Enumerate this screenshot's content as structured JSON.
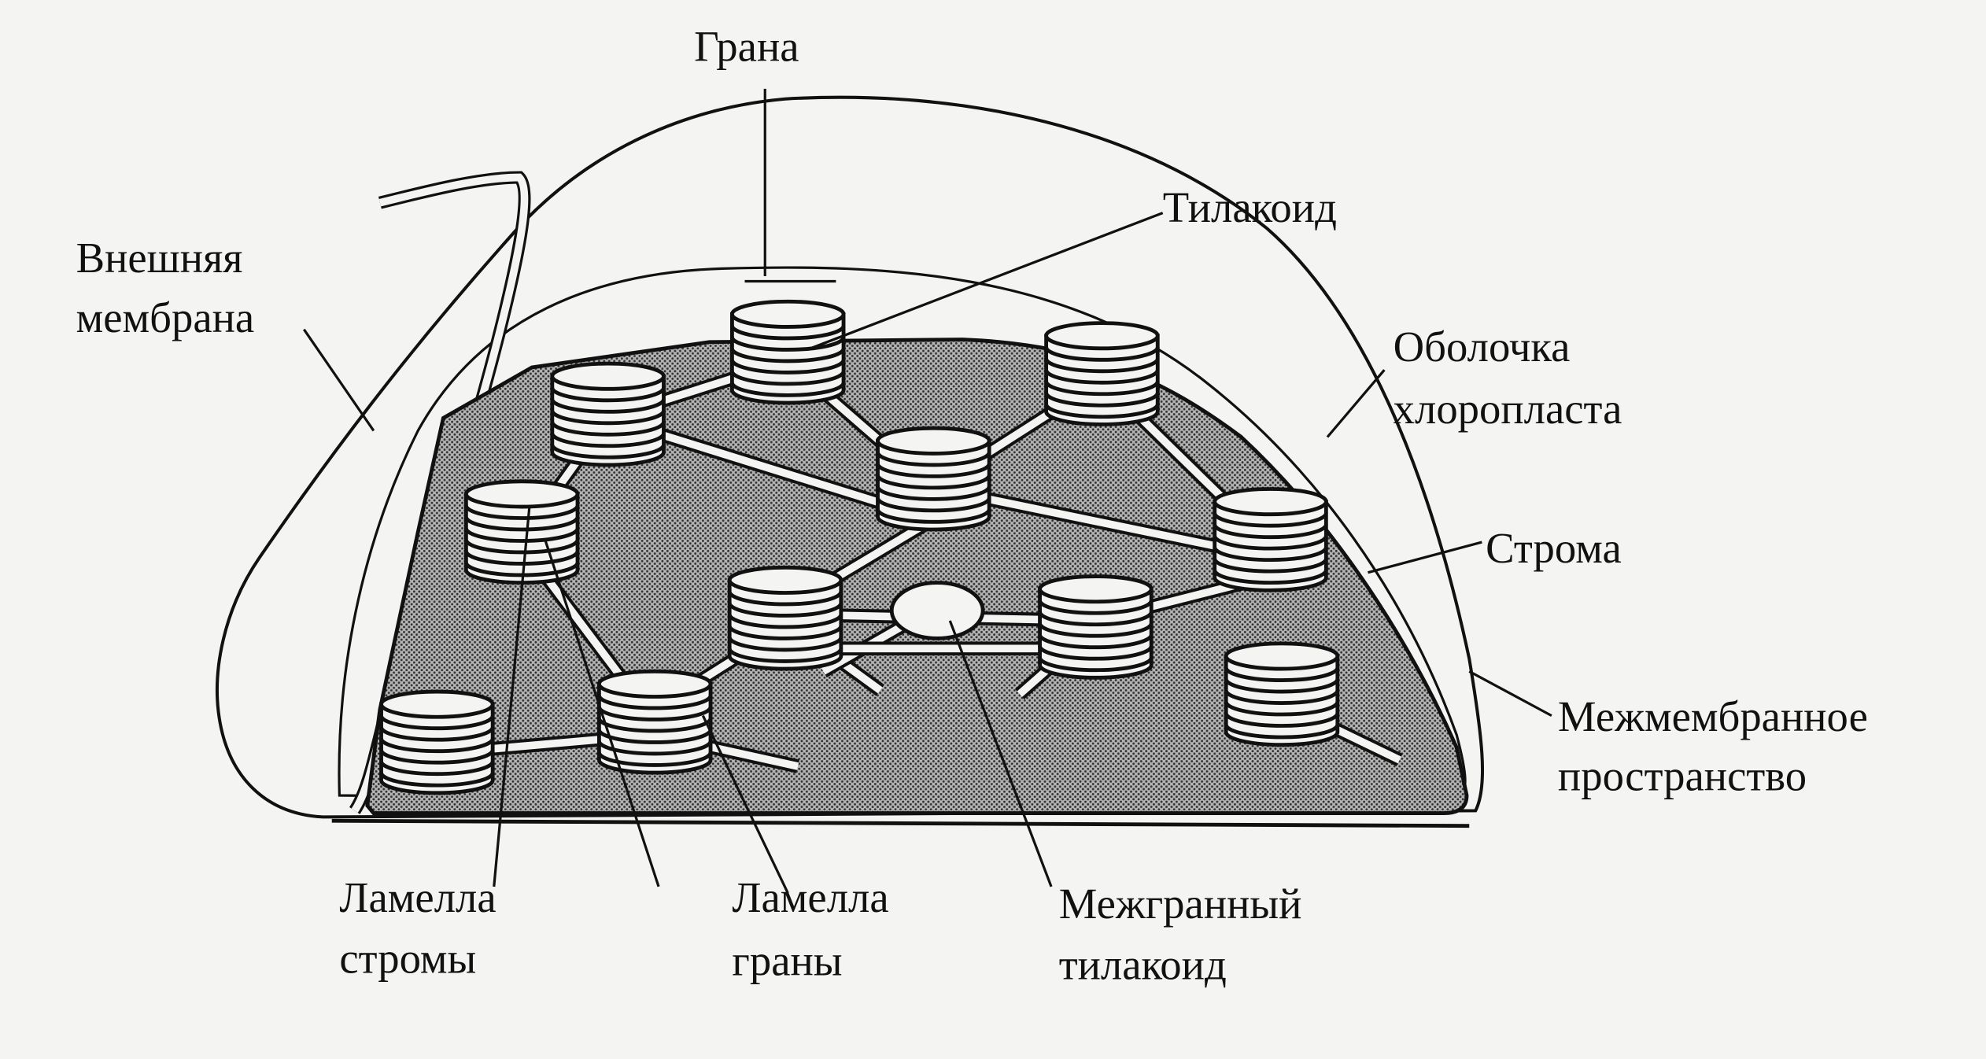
{
  "diagram": {
    "subject": "chloroplast",
    "labels": {
      "grana": "Грана",
      "thylakoid": "Тилакоид",
      "outer_membrane": [
        "Внешняя",
        "мембрана"
      ],
      "envelope": [
        "Оболочка",
        "хлоропласта"
      ],
      "stroma": "Строма",
      "intermembrane_space": [
        "Межмембранное",
        "пространство"
      ],
      "stroma_lamella": [
        "Ламелла",
        "стромы"
      ],
      "grana_lamella": [
        "Ламелла",
        "граны"
      ],
      "intergranal_thylakoid": [
        "Межгранный",
        "тилакоид"
      ]
    }
  },
  "colors": {
    "ink": "#111111",
    "paper": "#f4f4f2",
    "stroma_fill": "#9a9a9a"
  }
}
